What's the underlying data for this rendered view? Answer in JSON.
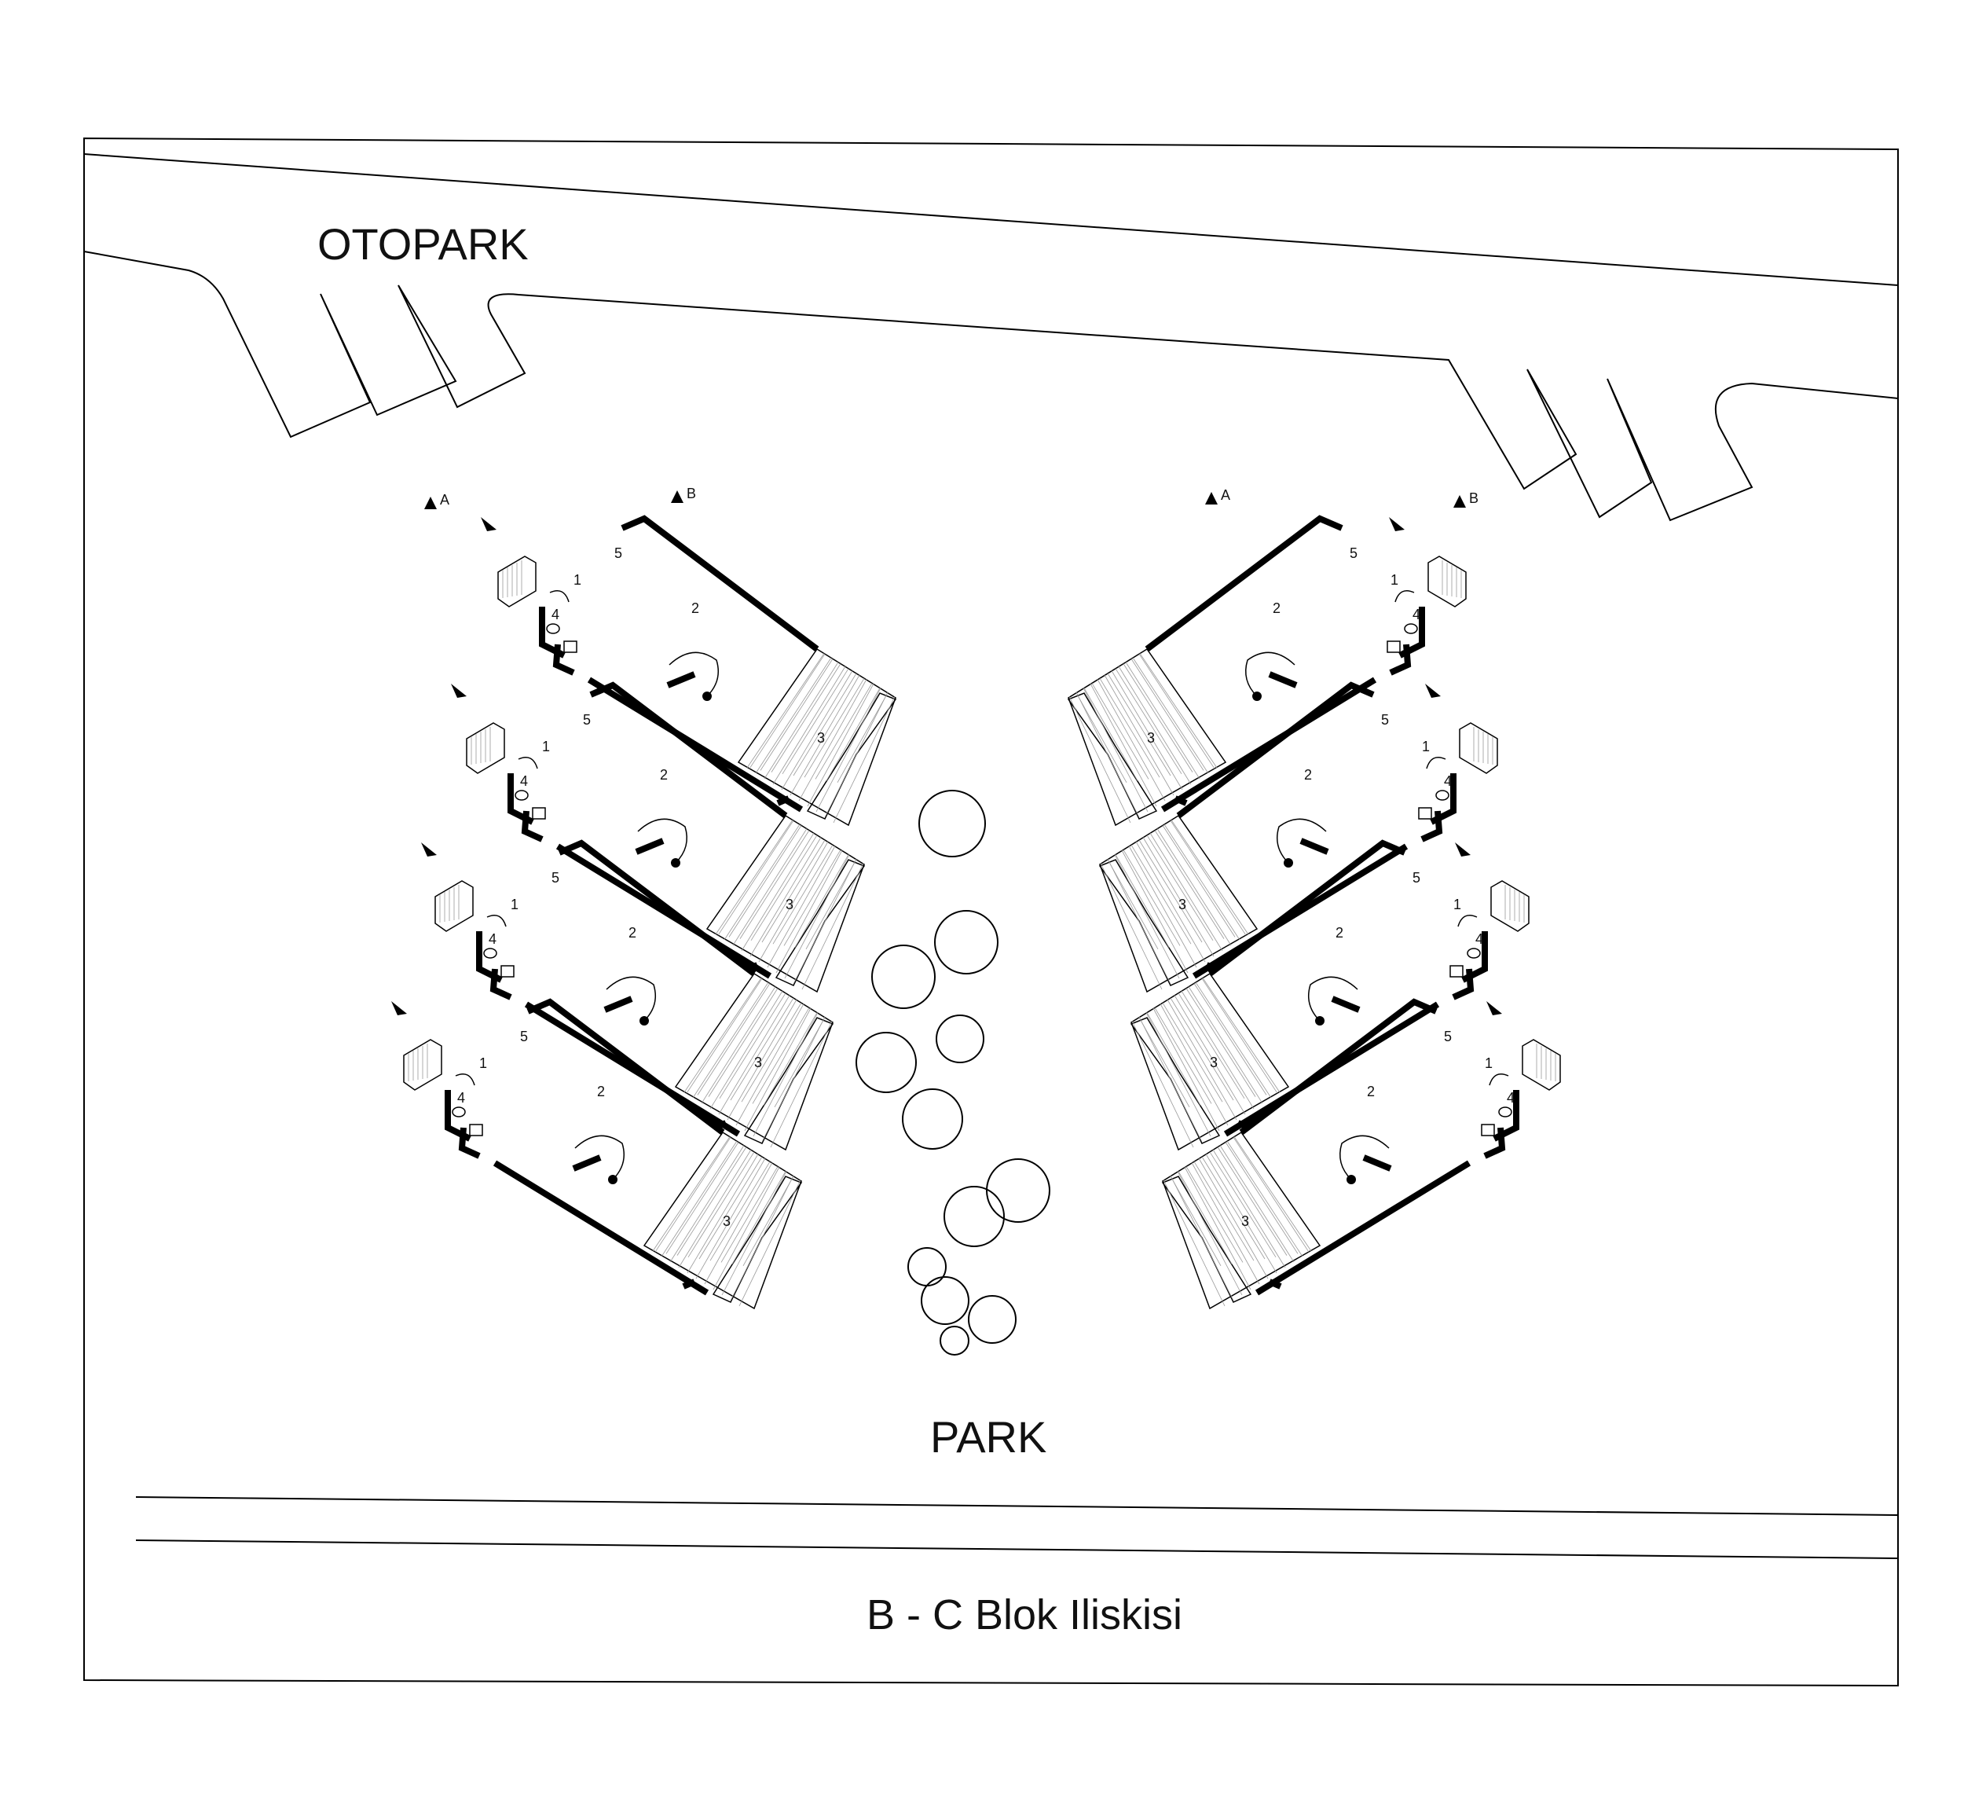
{
  "labels": {
    "parking": "OTOPARK",
    "park": "PARK",
    "title": "B - C Blok Iliskisi"
  },
  "section_marks": [
    "A",
    "B"
  ],
  "blocks": [
    {
      "name": "left-block",
      "units": 4,
      "rooms": [
        "1",
        "2",
        "3",
        "4",
        "5"
      ]
    },
    {
      "name": "right-block",
      "units": 4,
      "rooms": [
        "1",
        "2",
        "3",
        "4",
        "5"
      ]
    }
  ],
  "trees": 12
}
